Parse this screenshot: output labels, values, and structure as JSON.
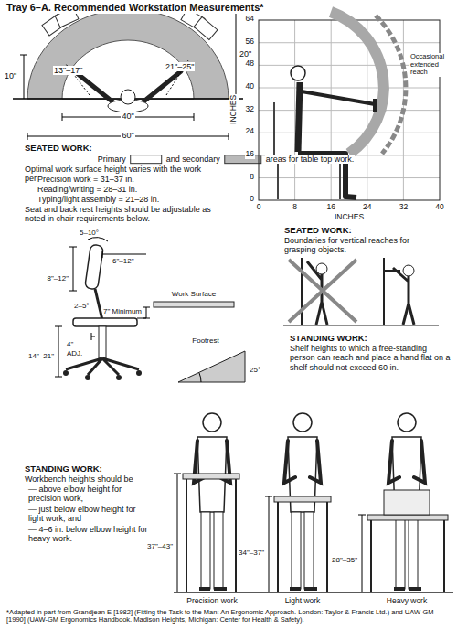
{
  "diagram": {
    "title": "Tray 6–A. Recommended Workstation Measurements*",
    "caption": "*Adapted in part from Grandjean E [1982] (Fitting the Task to the Man: An Ergonomic Approach. London: Taylor & Francis Ltd.) and UAW-GM [1990] (UAW-GM Ergonomics Handbook. Madison Heights, Michigan: Center for Health & Safety).",
    "labels": [
      "10\"",
      "13\"–17\"",
      "21\"–25\"",
      "20\"",
      "40\"",
      "60\"",
      "SEATED WORK:",
      "Primary",
      "and secondary",
      "areas for table top work.",
      "Optimal work surface height varies with the work performed:",
      "Precision work = 31–37 in.",
      "Reading/writing = 28–31 in.",
      "Typing/light assembly = 21–28 in.",
      "Seat and back rest heights should be adjustable as noted in chair requirements below.",
      "64",
      "56",
      "48",
      "40",
      "32",
      "24",
      "16",
      "8",
      "0",
      "0",
      "8",
      "16",
      "24",
      "32",
      "40",
      "INCHES",
      "INCHES",
      "Occasional extended reach",
      "SEATED WORK:",
      "Boundaries for vertical reaches for grasping objects.",
      "5–10°",
      "6\"–12\"",
      "8\"–12\"",
      "Work Surface",
      "7\" Minimum",
      "2–5°",
      "4\"",
      "ADJ.",
      "14\"–21\"",
      "Footrest",
      "25°",
      "STANDING WORK:",
      "Shelf heights to which a free-standing person can reach and place a hand flat on a shelf should not exceed 60 in.",
      "STANDING WORK:",
      "Workbench heights should be",
      "— above elbow height for precision work,",
      "— just below elbow height for light work, and",
      "— 4–6 in. below elbow height for heavy work.",
      "37\"–43\"",
      "34\"–37\"",
      "28\"–35\"",
      "Precision work",
      "Light work",
      "Heavy work"
    ]
  }
}
